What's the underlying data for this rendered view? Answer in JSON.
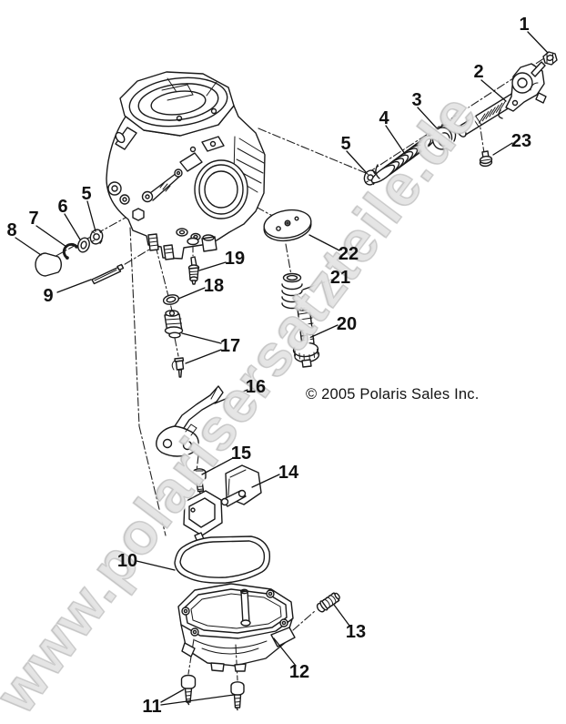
{
  "page": {
    "background": "#ffffff",
    "line_color": "#1a1a1a",
    "watermark_color": "#d9d9d9"
  },
  "watermark": {
    "text": "www.polarisersatzteile.de"
  },
  "copyright": {
    "text": "© 2005 Polaris Sales Inc."
  },
  "callouts": {
    "c1": "1",
    "c2": "2",
    "c3": "3",
    "c4": "4",
    "c5_right": "5",
    "c5_left": "5",
    "c6": "6",
    "c7": "7",
    "c8": "8",
    "c9": "9",
    "c10": "10",
    "c11": "11",
    "c12": "12",
    "c13": "13",
    "c14": "14",
    "c15": "15",
    "c16": "16",
    "c17": "17",
    "c18": "18",
    "c19": "19",
    "c20": "20",
    "c21": "21",
    "c22": "22",
    "c23": "23"
  }
}
